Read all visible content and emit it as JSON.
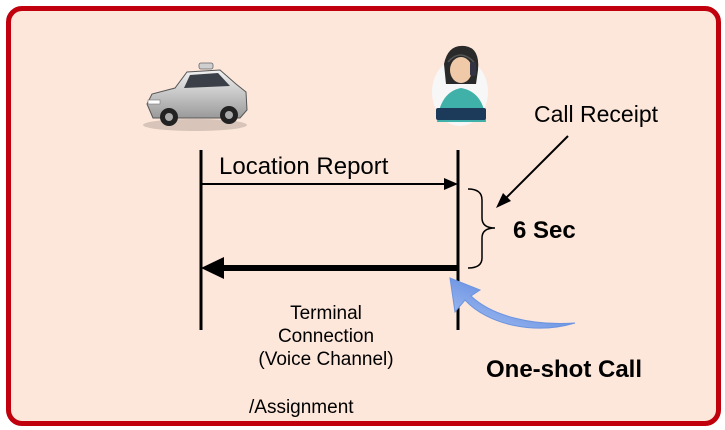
{
  "labels": {
    "location_report": "Location Report",
    "call_receipt": "Call Receipt",
    "duration": "6 Sec",
    "one_shot_call": "One-shot Call",
    "terminal_connection": [
      "Terminal",
      "Connection",
      "(Voice Channel)"
    ],
    "assignment": "/Assignment"
  },
  "icons": {
    "vehicle": "taxi-car-icon",
    "operator": "call-center-operator-icon"
  },
  "colors": {
    "background": "#fde6da",
    "border": "#c0000c",
    "curved_arrow": "#6b95e0"
  }
}
